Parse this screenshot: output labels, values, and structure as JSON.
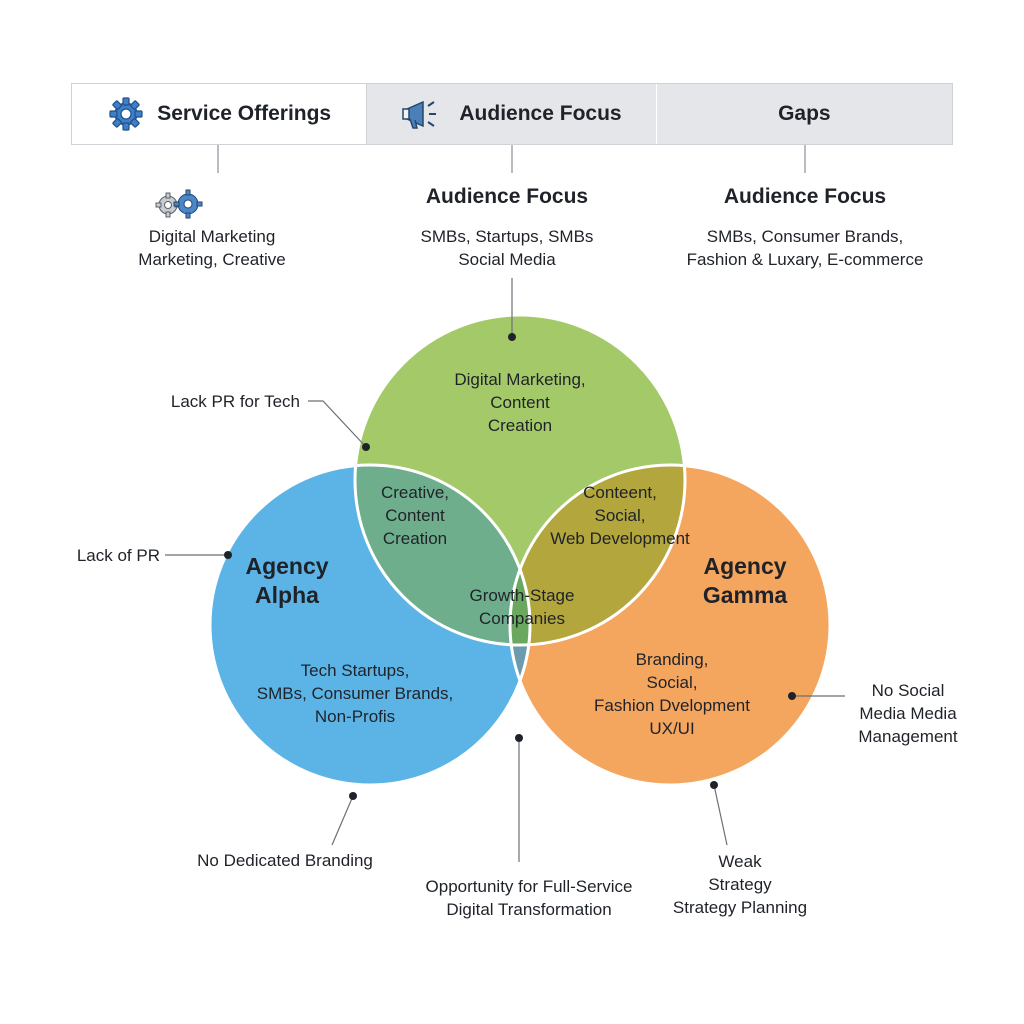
{
  "tabs": [
    {
      "label": "Service Offerings",
      "icon": "gear-icon"
    },
    {
      "label": "Audience Focus",
      "icon": "megaphone-icon"
    },
    {
      "label": "Gaps"
    }
  ],
  "columns": [
    {
      "heading": "",
      "icon": "gears-icon",
      "lines": [
        "Digital Marketing",
        "Marketing, Creative"
      ]
    },
    {
      "heading": "Audience Focus",
      "lines": [
        "SMBs, Startups, SMBs",
        "Social Media"
      ]
    },
    {
      "heading": "Audience Focus",
      "lines": [
        "SMBs, Consumer Brands,",
        "Fashion & Luxary, E-commerce"
      ]
    }
  ],
  "circles": {
    "top": {
      "color": "#a4c968",
      "lines": [
        "Digital Marketing,",
        "Content",
        "Creation"
      ]
    },
    "left": {
      "color": "#5cb4e6",
      "title": [
        "Agency",
        "Alpha"
      ],
      "lines": [
        "Tech Startups,",
        "SMBs, Consumer Brands,",
        "Non-Profis"
      ]
    },
    "right": {
      "color": "#f4a55e",
      "title": [
        "Agency",
        "Gamma"
      ],
      "lines": [
        "Branding,",
        "Social,",
        "Fashion Dvelopment",
        "UX/UI"
      ]
    }
  },
  "overlaps": {
    "top_left": {
      "color": "#6fae8c",
      "lines": [
        "Creative,",
        "Content",
        "Creation"
      ]
    },
    "top_right": {
      "color": "#b2a63c",
      "lines": [
        "Conteent,",
        "Social,",
        "Web Development"
      ]
    },
    "center": {
      "color": "#6aa860",
      "lines": [
        "Growth-Stage",
        "Companies"
      ]
    },
    "left_right": {
      "color": "#6d9bae"
    }
  },
  "callouts": {
    "lack_pr_tech": "Lack PR for Tech",
    "lack_pr": "Lack of PR",
    "no_branding": "No Dedicated Branding",
    "opportunity": [
      "Opportunity for Full-Service",
      "Digital Transformation"
    ],
    "weak_strategy": [
      "Weak",
      "Strategy",
      "Strategy Planning"
    ],
    "no_social": [
      "No Social",
      "Media Media",
      "Management"
    ]
  }
}
